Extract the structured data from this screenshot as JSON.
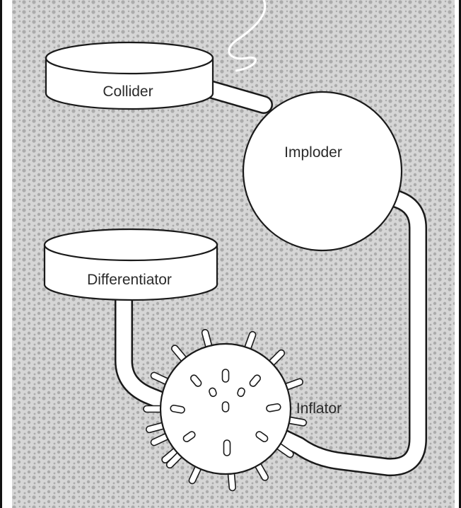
{
  "colors": {
    "background": "#d6d6d6",
    "speckle": "#ababab",
    "shape_fill": "#ffffff",
    "outline": "#1a1a1a",
    "text": "#2a2a2a"
  },
  "labels": {
    "collider": "Collider",
    "imploder": "Imploder",
    "differentiator": "Differentiator",
    "inflator": "Inflator"
  },
  "shapes": {
    "collider": "cylinder",
    "imploder": "sphere",
    "differentiator": "cylinder",
    "inflator": "spiked-sphere"
  },
  "connections": [
    {
      "from": "collider",
      "to": "imploder"
    },
    {
      "from": "imploder",
      "to": "inflator"
    },
    {
      "from": "differentiator",
      "to": "inflator"
    }
  ]
}
